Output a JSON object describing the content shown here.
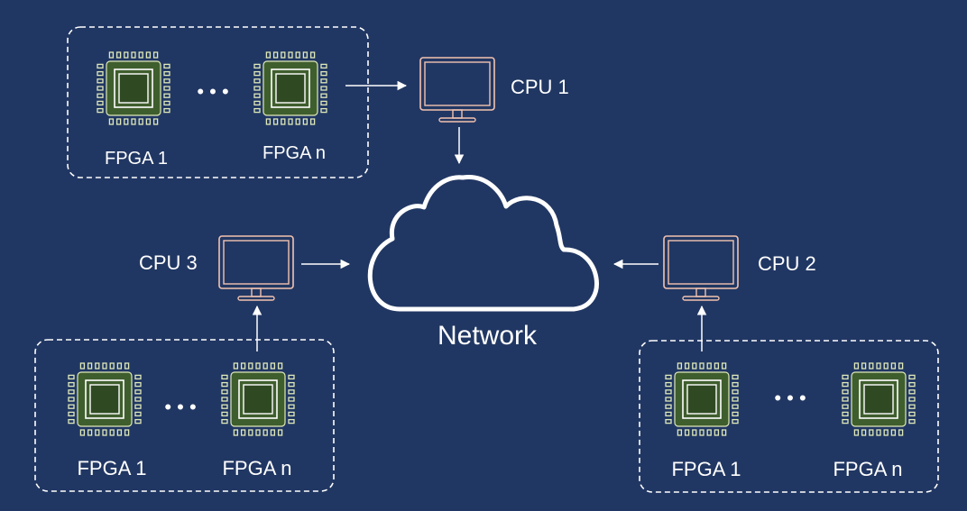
{
  "colors": {
    "background": "#213763",
    "chip_body": "#3f5e2d",
    "chip_die": "#2f4a22",
    "chip_outline": "#ffffff",
    "chip_pins": "#dfe9b8",
    "monitor": "#f2c3b0",
    "network": "#ffffff",
    "arrows": "#ffffff",
    "group_border": "#ffffff",
    "text": "#ffffff"
  },
  "groups": [
    {
      "fpga_first": "FPGA 1",
      "fpga_last": "FPGA n",
      "ellipsis": "• • •"
    },
    {
      "fpga_first": "FPGA 1",
      "fpga_last": "FPGA n",
      "ellipsis": "• • •"
    },
    {
      "fpga_first": "FPGA 1",
      "fpga_last": "FPGA n",
      "ellipsis": "• • •"
    }
  ],
  "cpus": [
    {
      "label": "CPU 1"
    },
    {
      "label": "CPU 2"
    },
    {
      "label": "CPU 3"
    }
  ],
  "network": {
    "label": "Network",
    "icon": "cloud-icon"
  },
  "icons": {
    "fpga": "fpga-chip-icon",
    "cpu": "monitor-icon"
  }
}
